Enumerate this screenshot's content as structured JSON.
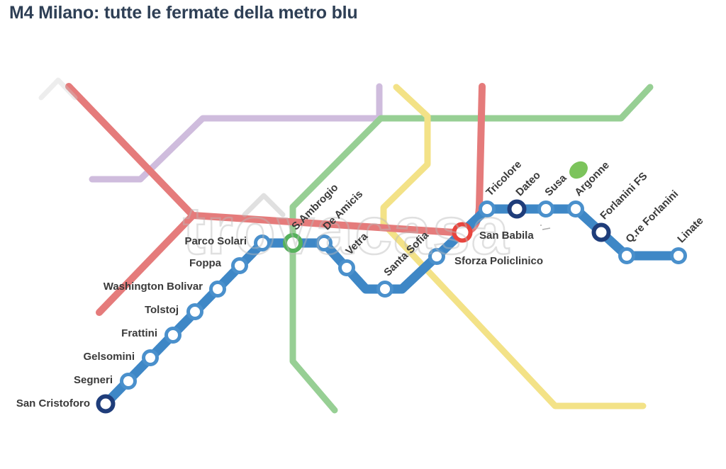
{
  "title": "M4 Milano: tutte le fermate della metro blu",
  "watermark": {
    "text": "trovacasa"
  },
  "colors": {
    "title_color": "#2e3f55",
    "m4_blue": "#3e87c6",
    "station_ring_blue": "#4a90cc",
    "terminus_navy": "#1f3d7a",
    "interchange_green": "#56b25c",
    "interchange_red": "#e8453e",
    "m1_red": "#e57b7b",
    "m2_green": "#97cf94",
    "m3_yellow": "#f3e287",
    "m5_lilac": "#cfbcdd",
    "park_green": "#7cc45c",
    "label_gray": "#3a3a3a"
  },
  "stations": {
    "san_cristoforo": {
      "label": "San Cristoforo",
      "marker": "navy-terminus"
    },
    "segneri": {
      "label": "Segneri",
      "marker": "standard"
    },
    "gelsomini": {
      "label": "Gelsomini",
      "marker": "standard"
    },
    "frattini": {
      "label": "Frattini",
      "marker": "standard"
    },
    "tolstoj": {
      "label": "Tolstoj",
      "marker": "standard"
    },
    "washington_bolivar": {
      "label": "Washington Bolivar",
      "marker": "standard"
    },
    "foppa": {
      "label": "Foppa",
      "marker": "standard"
    },
    "parco_solari": {
      "label": "Parco Solari",
      "marker": "standard"
    },
    "s_ambrogio": {
      "label": "S.Ambrogio",
      "marker": "green-interchange"
    },
    "de_amicis": {
      "label": "De Amicis",
      "marker": "standard"
    },
    "vetra": {
      "label": "Vetra",
      "marker": "standard"
    },
    "santa_sofia": {
      "label": "Santa Sofia",
      "marker": "standard"
    },
    "sforza_policlinico": {
      "label": "Sforza Policlinico",
      "marker": "standard"
    },
    "san_babila": {
      "label": "San Babila",
      "marker": "red-interchange"
    },
    "tricolore": {
      "label": "Tricolore",
      "marker": "standard"
    },
    "dateo": {
      "label": "Dateo",
      "marker": "navy-interchange"
    },
    "susa": {
      "label": "Susa",
      "marker": "standard"
    },
    "argonne": {
      "label": "Argonne",
      "marker": "standard"
    },
    "forlanini_fs": {
      "label": "Forlanini FS",
      "marker": "navy-interchange"
    },
    "qre_forlanini": {
      "label": "Q.re Forlanini",
      "marker": "standard"
    },
    "linate": {
      "label": "Linate",
      "marker": "standard"
    }
  }
}
